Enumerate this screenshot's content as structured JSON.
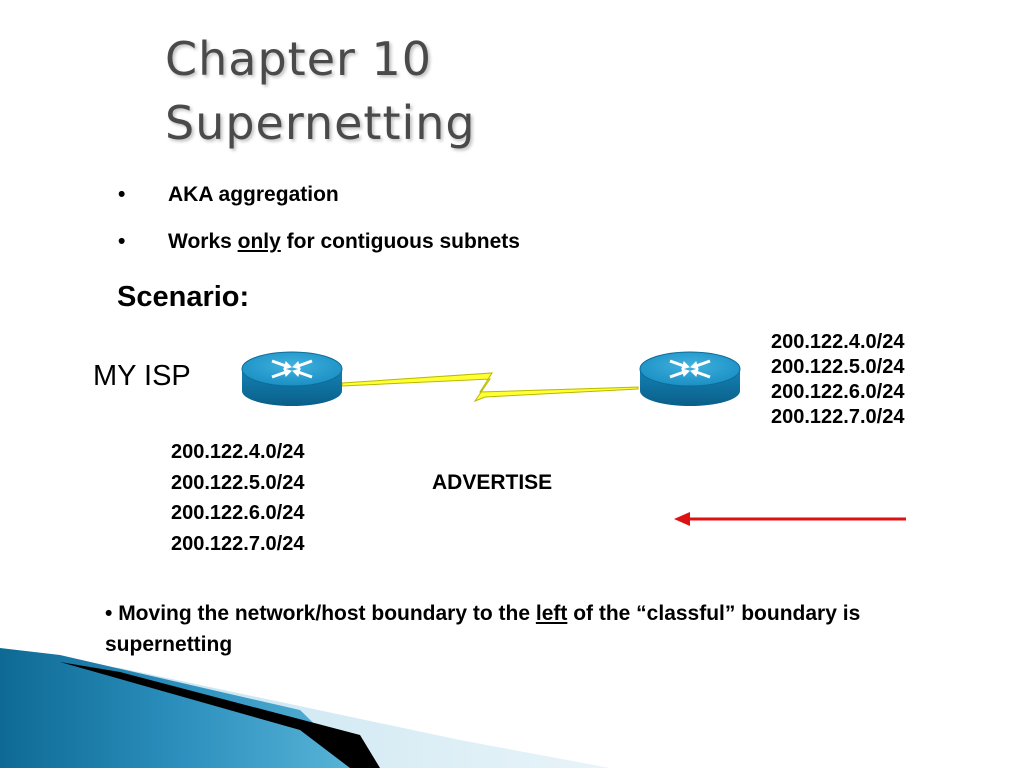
{
  "slide": {
    "title_line1": "Chapter 10",
    "title_line2": "Supernetting",
    "bullet_symbol": "•",
    "bullets": [
      {
        "text": "AKA aggregation"
      },
      {
        "before": "Works ",
        "underlined": "only",
        "after": " for contiguous subnets"
      }
    ],
    "scenario_heading": "Scenario:"
  },
  "diagram": {
    "isp_label": "MY ISP",
    "right_networks": [
      "200.122.4.0/24",
      "200.122.5.0/24",
      "200.122.6.0/24",
      "200.122.7.0/24"
    ],
    "left_networks": [
      "200.122.4.0/24",
      "200.122.5.0/24",
      "200.122.6.0/24",
      "200.122.7.0/24"
    ],
    "advertise_label": "ADVERTISE",
    "icons": [
      "router-icon",
      "router-icon",
      "serial-link-icon",
      "arrow-left-icon"
    ],
    "colors": {
      "router_top": "#1a8fc4",
      "router_side": "#0d6e9c",
      "link": "#ffff33",
      "arrow": "#dd1111"
    }
  },
  "note": {
    "bullet_symbol": "•",
    "before": " Moving the network/host boundary to the ",
    "underlined": "left",
    "after": " of the “classful” boundary is supernetting"
  },
  "theme": {
    "accent_colors": [
      "#0f6f9a",
      "#3ea6cc",
      "#a9d4e6",
      "#000000"
    ]
  }
}
